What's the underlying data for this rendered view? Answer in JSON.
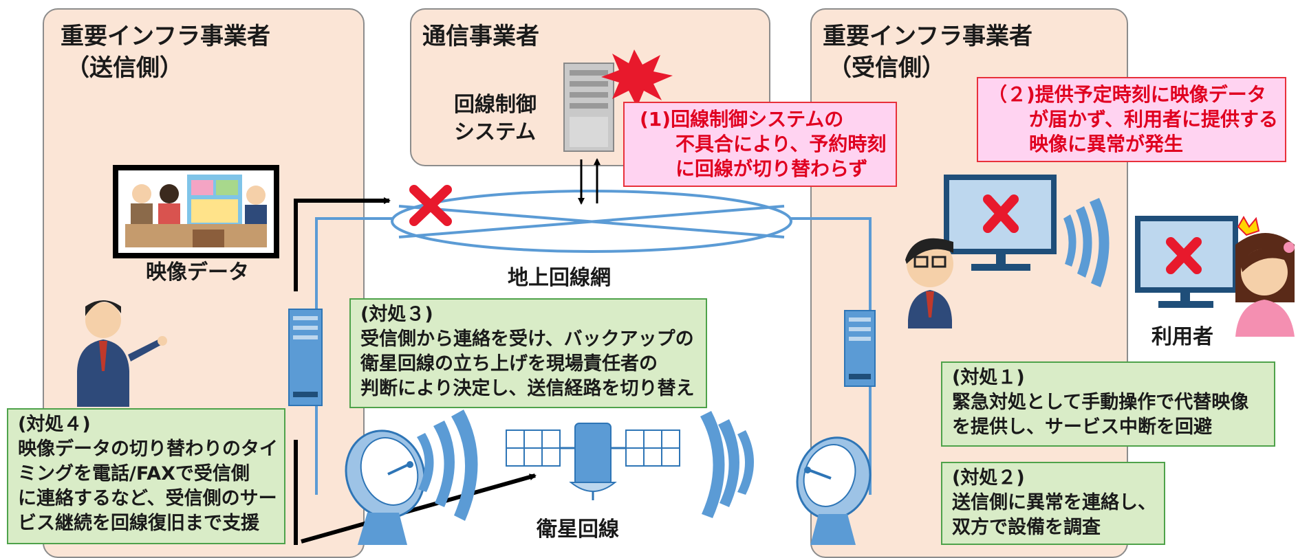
{
  "panels": {
    "sender": {
      "title_line1": "重要インフラ事業者",
      "title_line2": "（送信側）"
    },
    "carrier": {
      "title": "通信事業者",
      "system_line1": "回線制御",
      "system_line2": "システム"
    },
    "receiver": {
      "title_line1": "重要インフラ事業者",
      "title_line2": "（受信側）"
    }
  },
  "labels": {
    "video_data": "映像データ",
    "terrestrial": "地上回線網",
    "satellite": "衛星回線",
    "user": "利用者"
  },
  "incidents": {
    "i1": [
      "(1)回線制御システムの",
      "不具合により、予約時刻",
      "に回線が切り替わらず"
    ],
    "i2": [
      "（２)提供予定時刻に映像データ",
      "が届かず、利用者に提供する",
      "映像に異常が発生"
    ]
  },
  "measures": {
    "m1": [
      "(対処１)",
      "緊急対処として手動操作で代替映像",
      "を提供し、サービス中断を回避"
    ],
    "m2": [
      "(対処２)",
      "送信側に異常を連絡し、",
      "双方で設備を調査"
    ],
    "m3": [
      "(対処３)",
      "受信側から連絡を受け、バックアップの",
      "衛星回線の立ち上げを現場責任者の",
      "判断により決定し、送信経路を切り替え"
    ],
    "m4": [
      "(対処４)",
      "映像データの切り替わりのタイ",
      "ミングを電話/FAXで受信側",
      "に連絡するなど、受信側のサー",
      "ビス継続を回線復旧まで支援"
    ]
  },
  "colors": {
    "panel_fill": "#fbe5d6",
    "measure_fill": "#d9ecc7",
    "measure_border": "#4ea24a",
    "incident_fill": "#ffd3f1",
    "incident_text": "#e00020",
    "network_line": "#5b9bd5",
    "error_mark": "#e8192c"
  }
}
